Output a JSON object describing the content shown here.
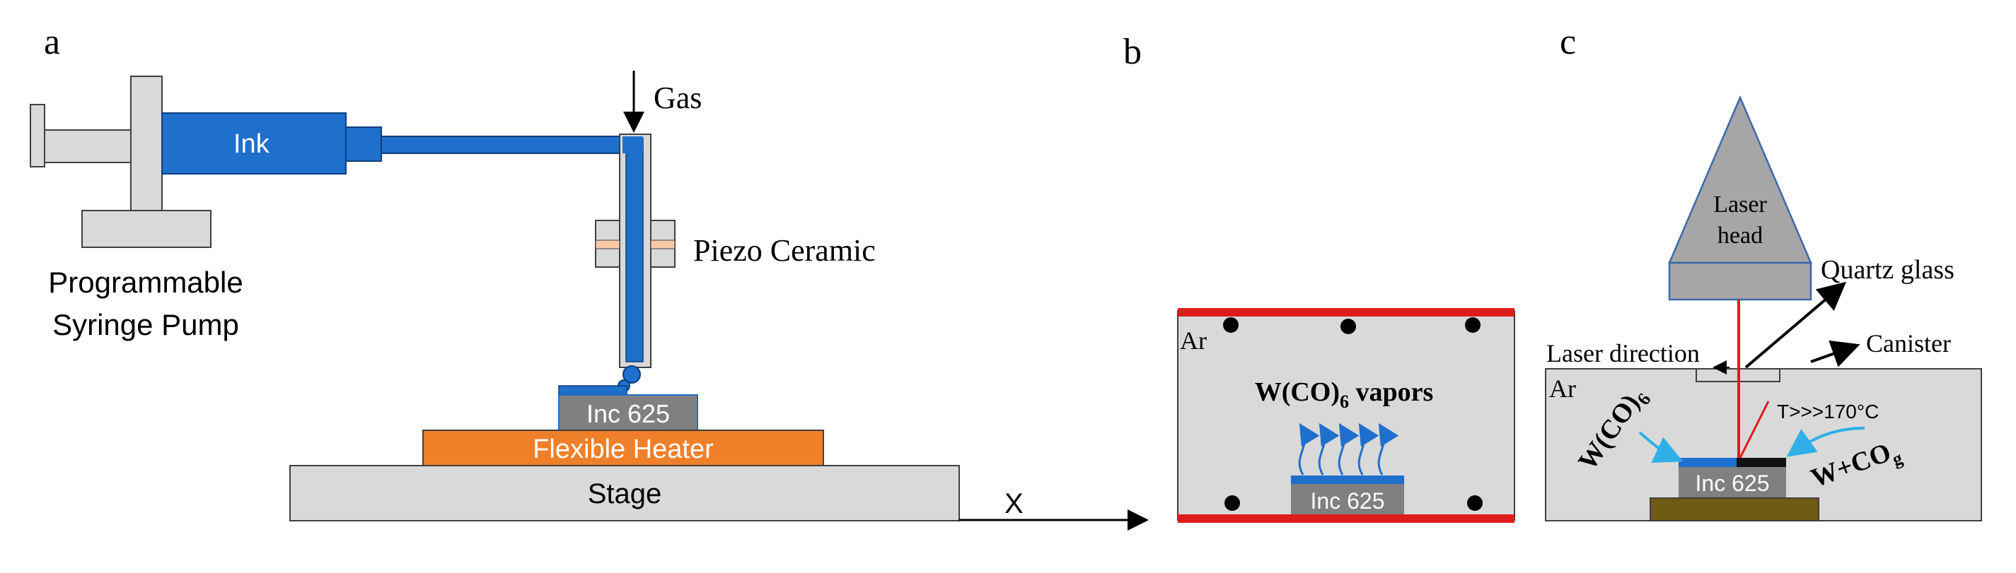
{
  "colors": {
    "ink_blue": "#1f6fcc",
    "gray_fill": "#d9d9d9",
    "dark_gray": "#808080",
    "orange": "#f07f2a",
    "red": "#e01b1b",
    "cyan": "#2fb0e8",
    "olive": "#6e5c12",
    "laser_head": "#a6a6a6",
    "peach": "#f7c8a8"
  },
  "panel_a": {
    "label": "a",
    "ink": "Ink",
    "pump_line1": "Programmable",
    "pump_line2": "Syringe Pump",
    "gas": "Gas",
    "piezo": "Piezo Ceramic",
    "substrate": "Inc 625",
    "heater": "Flexible Heater",
    "stage": "Stage",
    "axis": "X"
  },
  "panel_b": {
    "label": "b",
    "gas": "Ar",
    "vapor_main": "W(CO)",
    "vapor_sub": "6",
    "vapor_tail": " vapors",
    "substrate": "Inc 625"
  },
  "panel_c": {
    "label": "c",
    "laser_line1": "Laser",
    "laser_line2": "head",
    "quartz": "Quartz glass",
    "laser_direction": "Laser direction",
    "canister": "Canister",
    "gas": "Ar",
    "temperature": "T>>>170°C",
    "precursor_main": "W(CO)",
    "precursor_sub": "6",
    "product_main": "W+CO",
    "product_sub": "g",
    "substrate": "Inc 625"
  }
}
